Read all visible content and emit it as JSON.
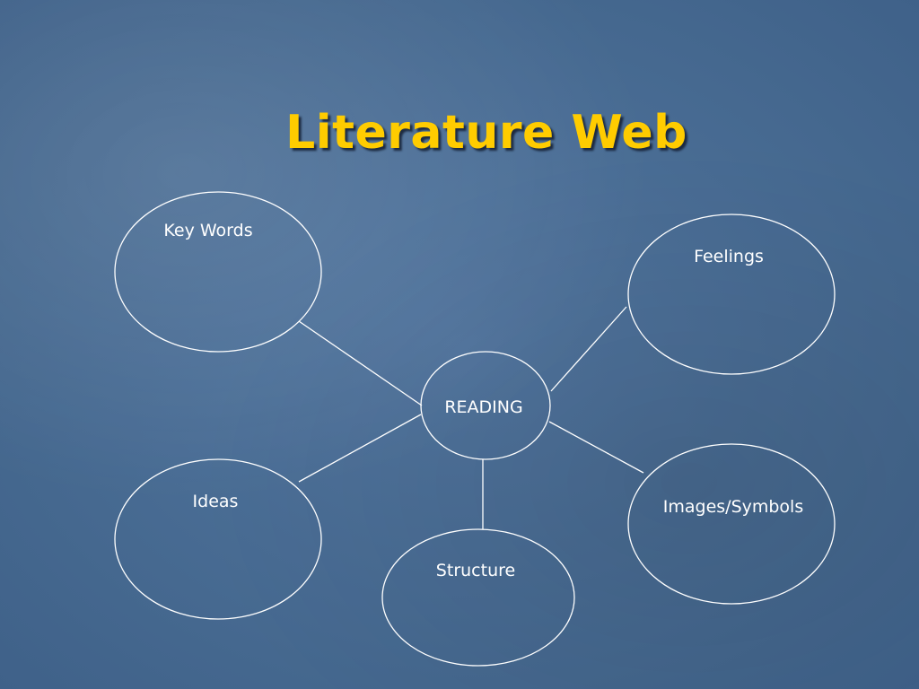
{
  "slide": {
    "title": "Literature Web"
  },
  "web": {
    "center": {
      "label": "READING"
    },
    "nodes": [
      {
        "id": "key-words",
        "label": "Key Words"
      },
      {
        "id": "feelings",
        "label": "Feelings"
      },
      {
        "id": "ideas",
        "label": "Ideas"
      },
      {
        "id": "structure",
        "label": "Structure"
      },
      {
        "id": "images-symbols",
        "label": "Images/Symbols"
      }
    ]
  },
  "colors": {
    "background": "#4a6c93",
    "title": "#ffcc00",
    "lines": "#ffffff",
    "text": "#ffffff"
  }
}
